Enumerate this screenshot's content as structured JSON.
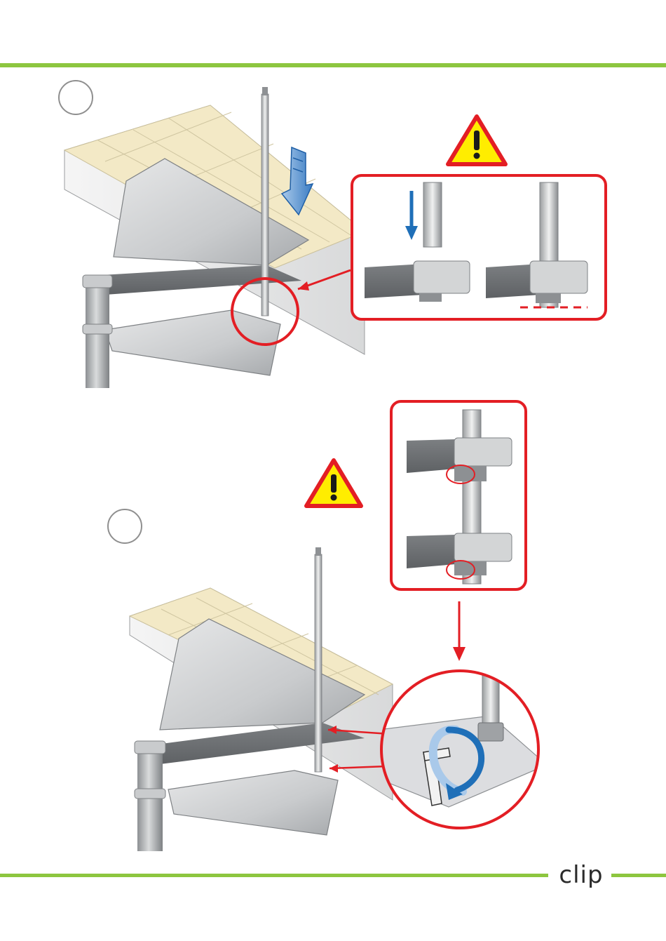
{
  "brand": {
    "logo_text": "clip",
    "rule_color": "#8dc63f",
    "text_color": "#2b2b2b"
  },
  "steps": [
    {
      "badge_number": "",
      "warning_icon": "warning-triangle-icon",
      "detail_panel": "rod-insertion-detail"
    },
    {
      "badge_number": "",
      "warning_icon": "warning-triangle-icon",
      "detail_panel": "nut-tightening-detail"
    }
  ],
  "colors": {
    "callout_red": "#e31e24",
    "warning_yellow": "#ffed00",
    "arrow_blue": "#1f6fb8",
    "tile_beige": "#f3e9c6",
    "steel_grey": "#b9bcbf"
  }
}
